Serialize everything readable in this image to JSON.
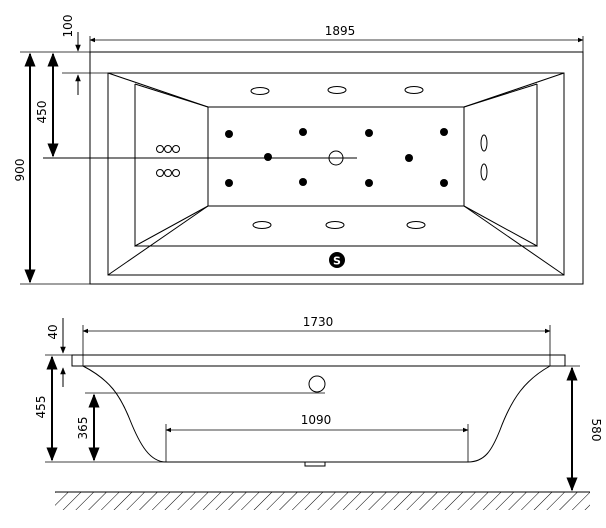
{
  "plan_view": {
    "dim_width": "1895",
    "dim_height": "900",
    "dim_rim": "100",
    "dim_center": "450",
    "overflow_mark": "S"
  },
  "side_view": {
    "dim_top_length": "1730",
    "dim_rim_thickness": "40",
    "dim_basin_depth": "455",
    "dim_overflow_height": "365",
    "dim_floor_length": "1090",
    "dim_total_height": "580"
  },
  "colors": {
    "line": "#000000",
    "background": "#ffffff"
  }
}
